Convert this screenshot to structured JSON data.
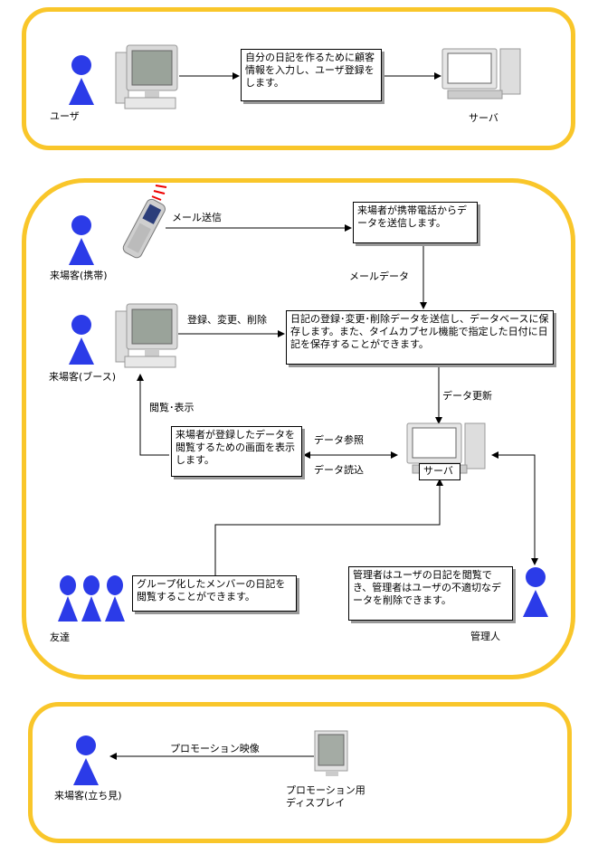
{
  "panel1": {
    "user_label": "ユーザ",
    "note": "自分の日記を作るために顧客情報を入力し、ユーザ登録をします。",
    "server_label": "サーバ"
  },
  "panel2": {
    "visitor_mobile_label": "来場客(携帯)",
    "mail_send_label": "メール送信",
    "mobile_note": "来場者が携帯電話からデータを送信します。",
    "mail_data_label": "メールデータ",
    "visitor_booth_label": "来場客(ブース)",
    "register_label": "登録、変更、削除",
    "diary_note": "日記の登録･変更･削除データを送信し、データベースに保存します。また、タイムカプセル機能で指定した日付に日記を保存することができます。",
    "data_update_label": "データ更新",
    "view_display_label": "閲覧･表示",
    "view_note": "来場者が登録したデータを閲覧するための画面を表示します。",
    "data_ref_label": "データ参照",
    "data_read_label": "データ読込",
    "server_label": "サーバ",
    "group_note": "グループ化したメンバーの日記を閲覧することができます。",
    "friends_label": "友達",
    "admin_note": "管理者はユーザの日記を閲覧でき、管理者はユーザの不適切なデータを削除できます。",
    "admin_label": "管理人"
  },
  "panel3": {
    "visitor_stand_label": "来場客(立ち見)",
    "promo_video_label": "プロモーション映像",
    "promo_display_label_1": "プロモーション用",
    "promo_display_label_2": "ディスプレイ"
  },
  "colors": {
    "border": "#f9c62a",
    "person": "#2b3be8"
  },
  "icons": [
    "person-icon",
    "computer-icon",
    "server-icon",
    "mobile-phone-icon",
    "display-icon"
  ]
}
